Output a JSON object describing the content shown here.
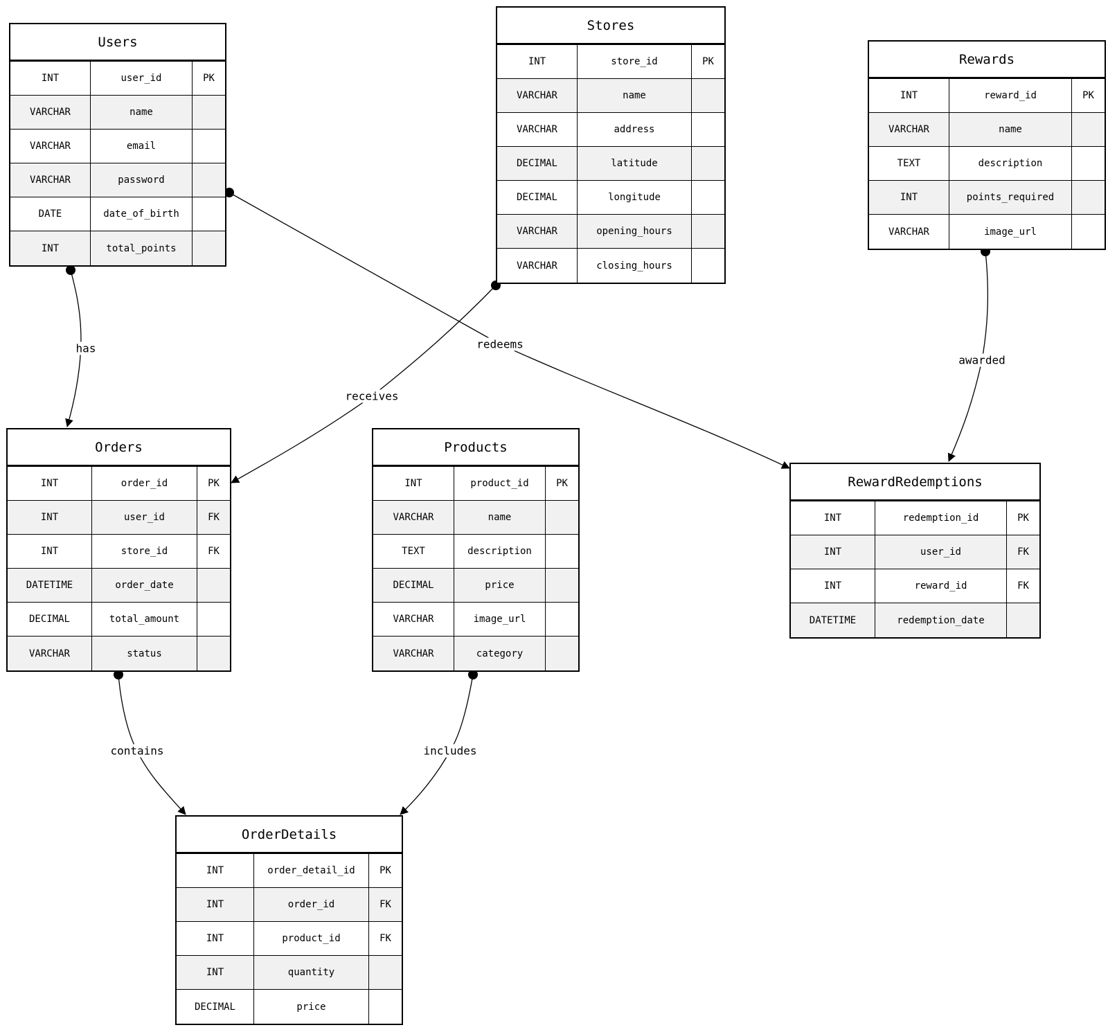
{
  "entities": [
    {
      "id": "users",
      "name": "Users",
      "columns": [
        {
          "type": "INT",
          "name": "user_id",
          "key": "PK"
        },
        {
          "type": "VARCHAR",
          "name": "name",
          "key": ""
        },
        {
          "type": "VARCHAR",
          "name": "email",
          "key": ""
        },
        {
          "type": "VARCHAR",
          "name": "password",
          "key": ""
        },
        {
          "type": "DATE",
          "name": "date_of_birth",
          "key": ""
        },
        {
          "type": "INT",
          "name": "total_points",
          "key": ""
        }
      ]
    },
    {
      "id": "stores",
      "name": "Stores",
      "columns": [
        {
          "type": "INT",
          "name": "store_id",
          "key": "PK"
        },
        {
          "type": "VARCHAR",
          "name": "name",
          "key": ""
        },
        {
          "type": "VARCHAR",
          "name": "address",
          "key": ""
        },
        {
          "type": "DECIMAL",
          "name": "latitude",
          "key": ""
        },
        {
          "type": "DECIMAL",
          "name": "longitude",
          "key": ""
        },
        {
          "type": "VARCHAR",
          "name": "opening_hours",
          "key": ""
        },
        {
          "type": "VARCHAR",
          "name": "closing_hours",
          "key": ""
        }
      ]
    },
    {
      "id": "rewards",
      "name": "Rewards",
      "columns": [
        {
          "type": "INT",
          "name": "reward_id",
          "key": "PK"
        },
        {
          "type": "VARCHAR",
          "name": "name",
          "key": ""
        },
        {
          "type": "TEXT",
          "name": "description",
          "key": ""
        },
        {
          "type": "INT",
          "name": "points_required",
          "key": ""
        },
        {
          "type": "VARCHAR",
          "name": "image_url",
          "key": ""
        }
      ]
    },
    {
      "id": "orders",
      "name": "Orders",
      "columns": [
        {
          "type": "INT",
          "name": "order_id",
          "key": "PK"
        },
        {
          "type": "INT",
          "name": "user_id",
          "key": "FK"
        },
        {
          "type": "INT",
          "name": "store_id",
          "key": "FK"
        },
        {
          "type": "DATETIME",
          "name": "order_date",
          "key": ""
        },
        {
          "type": "DECIMAL",
          "name": "total_amount",
          "key": ""
        },
        {
          "type": "VARCHAR",
          "name": "status",
          "key": ""
        }
      ]
    },
    {
      "id": "products",
      "name": "Products",
      "columns": [
        {
          "type": "INT",
          "name": "product_id",
          "key": "PK"
        },
        {
          "type": "VARCHAR",
          "name": "name",
          "key": ""
        },
        {
          "type": "TEXT",
          "name": "description",
          "key": ""
        },
        {
          "type": "DECIMAL",
          "name": "price",
          "key": ""
        },
        {
          "type": "VARCHAR",
          "name": "image_url",
          "key": ""
        },
        {
          "type": "VARCHAR",
          "name": "category",
          "key": ""
        }
      ]
    },
    {
      "id": "redemptions",
      "name": "RewardRedemptions",
      "columns": [
        {
          "type": "INT",
          "name": "redemption_id",
          "key": "PK"
        },
        {
          "type": "INT",
          "name": "user_id",
          "key": "FK"
        },
        {
          "type": "INT",
          "name": "reward_id",
          "key": "FK"
        },
        {
          "type": "DATETIME",
          "name": "redemption_date",
          "key": ""
        }
      ]
    },
    {
      "id": "orderdetails",
      "name": "OrderDetails",
      "columns": [
        {
          "type": "INT",
          "name": "order_detail_id",
          "key": "PK"
        },
        {
          "type": "INT",
          "name": "order_id",
          "key": "FK"
        },
        {
          "type": "INT",
          "name": "product_id",
          "key": "FK"
        },
        {
          "type": "INT",
          "name": "quantity",
          "key": ""
        },
        {
          "type": "DECIMAL",
          "name": "price",
          "key": ""
        }
      ]
    }
  ],
  "relationships": [
    {
      "from": "users",
      "to": "orders",
      "label": "has"
    },
    {
      "from": "stores",
      "to": "orders",
      "label": "receives"
    },
    {
      "from": "users",
      "to": "redemptions",
      "label": "redeems"
    },
    {
      "from": "rewards",
      "to": "redemptions",
      "label": "awarded"
    },
    {
      "from": "orders",
      "to": "orderdetails",
      "label": "contains"
    },
    {
      "from": "products",
      "to": "orderdetails",
      "label": "includes"
    }
  ]
}
